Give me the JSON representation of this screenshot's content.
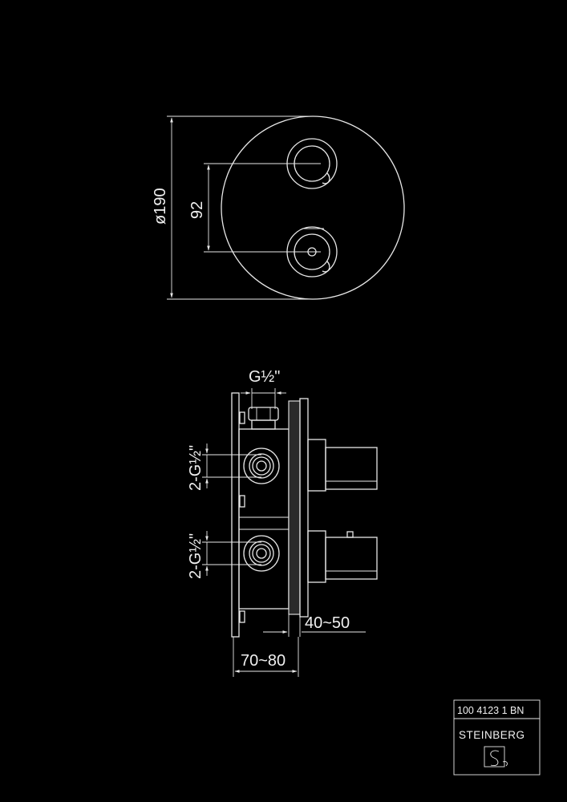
{
  "front_view": {
    "diameter_label": "ø190",
    "spacing_label": "92"
  },
  "side_view": {
    "top_thread_label": "G½\"",
    "upper_connection_label": "2-G½\"",
    "lower_connection_label": "2-G½\"",
    "cover_depth_label": "40~50",
    "body_depth_label": "70~80"
  },
  "title_block": {
    "article_number": "100 4123 1 BN",
    "brand": "STEINBERG",
    "logo_icon": "steinberg-s-logo-icon"
  }
}
